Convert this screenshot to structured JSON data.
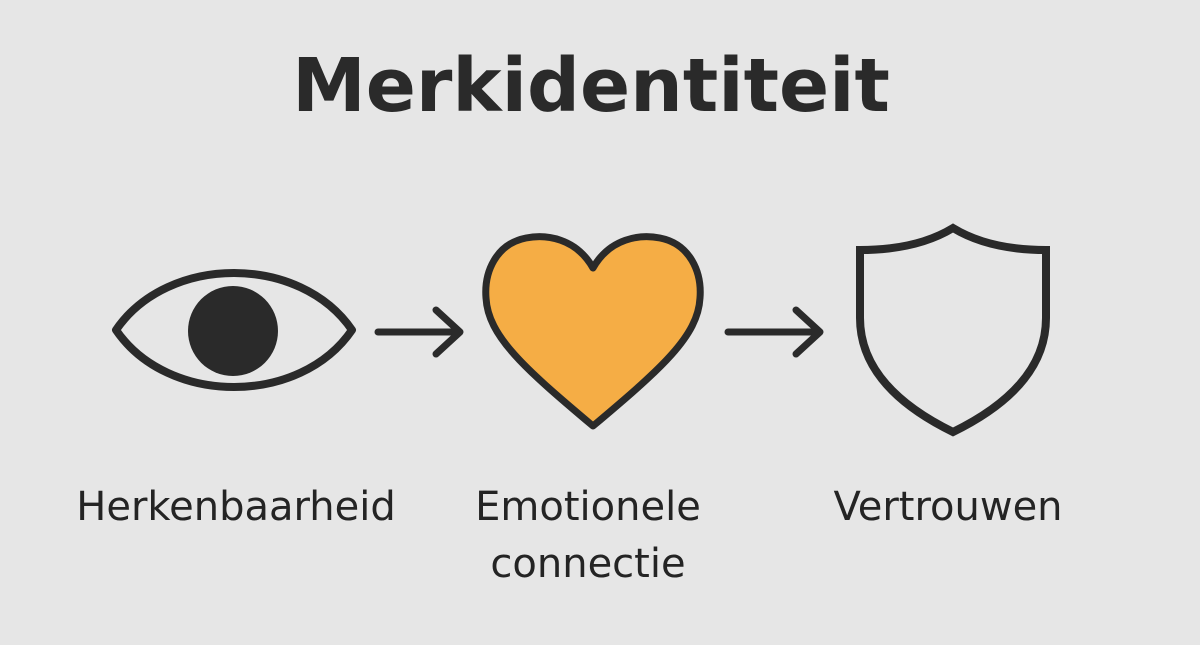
{
  "title": "Merkidentiteit",
  "colors": {
    "background": "#e6e6e6",
    "ink": "#2a2a2a",
    "heart_fill": "#f5ad45"
  },
  "steps": [
    {
      "icon": "eye-icon",
      "label": "Herkenbaarheid"
    },
    {
      "icon": "heart-icon",
      "label_line1": "Emotionele",
      "label_line2": "connectie"
    },
    {
      "icon": "shield-icon",
      "label": "Vertrouwen"
    }
  ],
  "connectors": [
    {
      "icon": "arrow-right-icon",
      "from": "Herkenbaarheid",
      "to": "Emotionele connectie"
    },
    {
      "icon": "arrow-right-icon",
      "from": "Emotionele connectie",
      "to": "Vertrouwen"
    }
  ]
}
